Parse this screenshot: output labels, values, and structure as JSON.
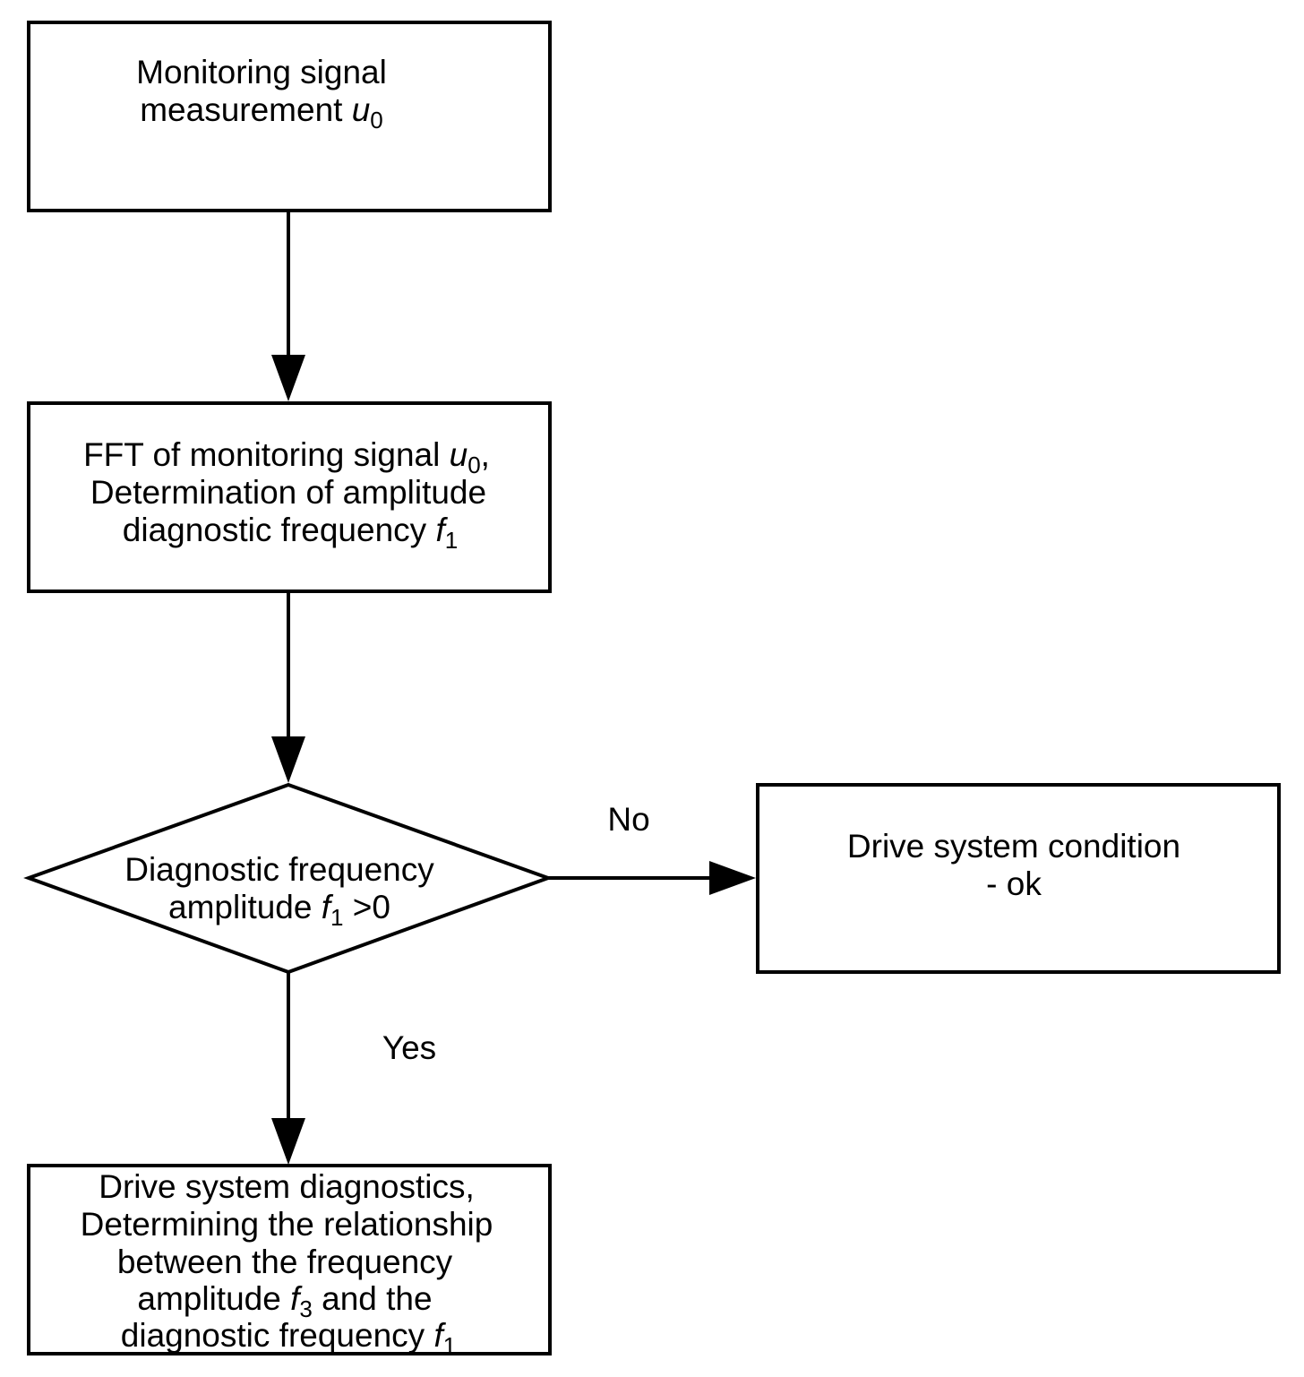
{
  "nodes": {
    "measurement": {
      "line1": "Monitoring signal",
      "line2_text": "measurement ",
      "line2_var": "u",
      "line2_sub": "0"
    },
    "fft": {
      "line1_text": "FFT of monitoring signal  ",
      "line1_var": "u",
      "line1_sub": "0",
      "line1_tail": ",",
      "line2": "Determination of amplitude",
      "line3_text": "diagnostic frequency ",
      "line3_var": "f",
      "line3_sub": "1"
    },
    "decision": {
      "line1": "Diagnostic frequency",
      "line2_text": "amplitude ",
      "line2_var": "f",
      "line2_sub": "1",
      "line2_tail": " >0"
    },
    "ok": {
      "line1": "Drive system condition",
      "line2": "- ok"
    },
    "diagnostics": {
      "line1": "Drive system diagnostics,",
      "line2": "Determining the relationship",
      "line3": "between the frequency",
      "line4_text": "amplitude ",
      "line4_var": "f",
      "line4_sub": "3",
      "line4_tail": " and the",
      "line5_text": "diagnostic frequency ",
      "line5_var": "f",
      "line5_sub": "1"
    }
  },
  "edges": {
    "no_label": "No",
    "yes_label": "Yes"
  },
  "colors": {
    "stroke": "#000000",
    "fill": "#ffffff"
  }
}
